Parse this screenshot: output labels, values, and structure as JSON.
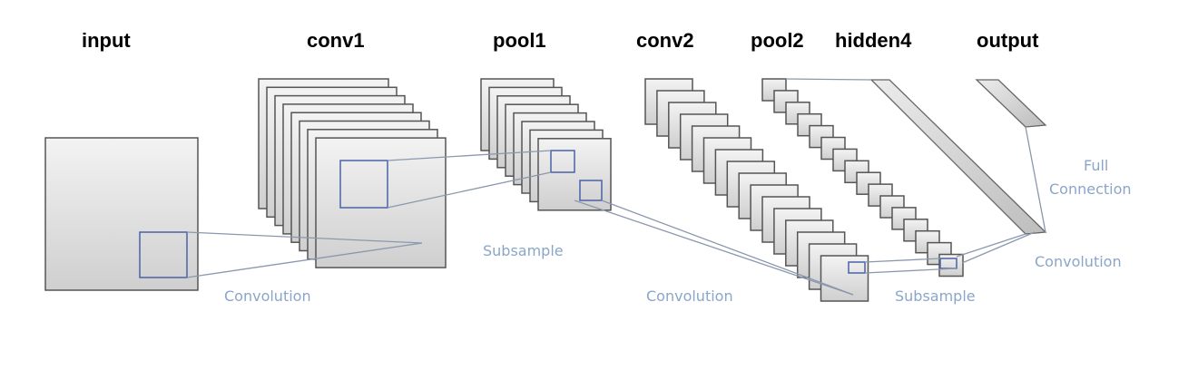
{
  "headers": {
    "input": "input",
    "conv1": "conv1",
    "pool1": "pool1",
    "conv2": "conv2",
    "pool2": "pool2",
    "hidden4": "hidden4",
    "output": "output"
  },
  "operations": {
    "convolution_1": "Convolution",
    "subsample_1": "Subsample",
    "convolution_2": "Convolution",
    "subsample_2": "Subsample",
    "convolution_3": "Convolution",
    "full_connection_line1": "Full",
    "full_connection_line2": "Connection"
  },
  "stacks": {
    "conv1_maps": 8,
    "pool1_maps": 8,
    "conv2_maps": 16,
    "pool2_maps": 16
  },
  "colors": {
    "label_blue": "#8aa6c8",
    "window_blue": "#4a63a6",
    "line_gray": "#8a98ae",
    "map_stroke": "#555555"
  }
}
